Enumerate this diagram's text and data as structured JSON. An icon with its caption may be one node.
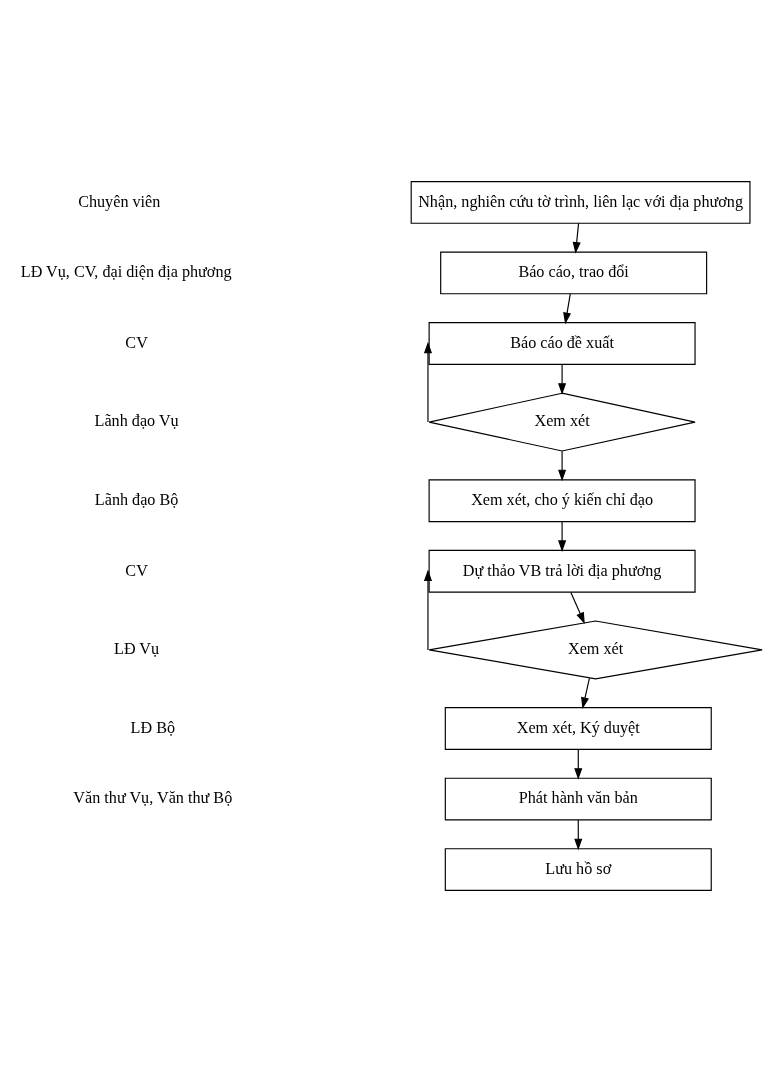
{
  "diagram": {
    "nodes": [
      {
        "text": [
          "Nhận, nghiên cứu tờ trình, liên lạc với địa phương"
        ]
      },
      {
        "text": [
          "Báo cáo, trao đổi"
        ]
      },
      {
        "text": [
          "Báo cáo đề xuất"
        ]
      },
      {
        "text": [
          "Xem xét"
        ]
      },
      {
        "text": [
          "Xem xét, cho ý kiến chỉ đạo"
        ]
      },
      {
        "text": [
          "Dự thảo VB trả lời địa phương"
        ]
      },
      {
        "text": [
          "Xem xét"
        ]
      },
      {
        "text": [
          "Xem xét, Ký duyệt"
        ]
      },
      {
        "text": [
          "Phát hành văn bản"
        ]
      },
      {
        "text": [
          "Lưu hồ sơ"
        ]
      }
    ],
    "edges": [
      {
        "from": 0,
        "to": 1,
        "arrow": "to"
      },
      {
        "from": 1,
        "to": 2,
        "arrow": "to"
      },
      {
        "from": 2,
        "to": 3,
        "arrow": "to"
      },
      {
        "from": 3,
        "to": 2,
        "arrow": "to"
      },
      {
        "from": 3,
        "to": 4,
        "arrow": "to"
      },
      {
        "from": 4,
        "to": 5,
        "arrow": "to"
      },
      {
        "from": 5,
        "to": 6,
        "arrow": "to"
      },
      {
        "from": 6,
        "to": 5,
        "arrow": "to"
      },
      {
        "from": 6,
        "to": 7,
        "arrow": "to"
      },
      {
        "from": 7,
        "to": 8,
        "arrow": "to"
      },
      {
        "from": 8,
        "to": 9,
        "arrow": "to"
      }
    ],
    "labels": [
      "Chuyên viên",
      "LĐ Vụ, CV, đại diện địa phương",
      "CV",
      "Lãnh đạo Vụ",
      "Lãnh đạo Bộ",
      "CV",
      "LĐ Vụ",
      "LĐ Bộ",
      "Văn thư Vụ, Văn thư Bộ"
    ]
  }
}
